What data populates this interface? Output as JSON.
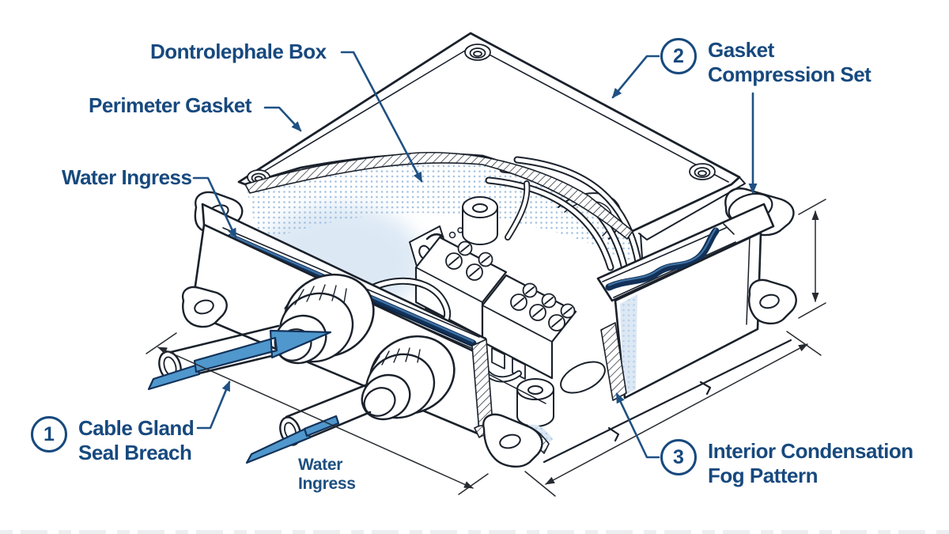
{
  "diagram": {
    "labels": {
      "box": "Dontrolephale Box",
      "perimeter_gasket": "Perimeter Gasket",
      "water_ingress_top": "Water Ingress",
      "water_bottom_line1": "Water",
      "water_bottom_line2": "Ingress"
    },
    "callouts": {
      "c1": {
        "number": "1",
        "line1": "Cable Gland",
        "line2": "Seal Breach"
      },
      "c2": {
        "number": "2",
        "line1": "Gasket",
        "line2": "Compression Set"
      },
      "c3": {
        "number": "3",
        "line1": "Interior Condensation",
        "line2": "Fog Pattern"
      }
    },
    "colors": {
      "label_text": "#17497e",
      "leader_blue": "#1f5183",
      "water_arrow_fill": "#4f97cc",
      "gasket_navy": "#123158",
      "gasket_highlight": "#3f72a5",
      "fog_dot": "#9fc0e0",
      "fog_film": "#d7e5f3",
      "line_art": "#1a212b",
      "background": "#ffffff"
    }
  }
}
